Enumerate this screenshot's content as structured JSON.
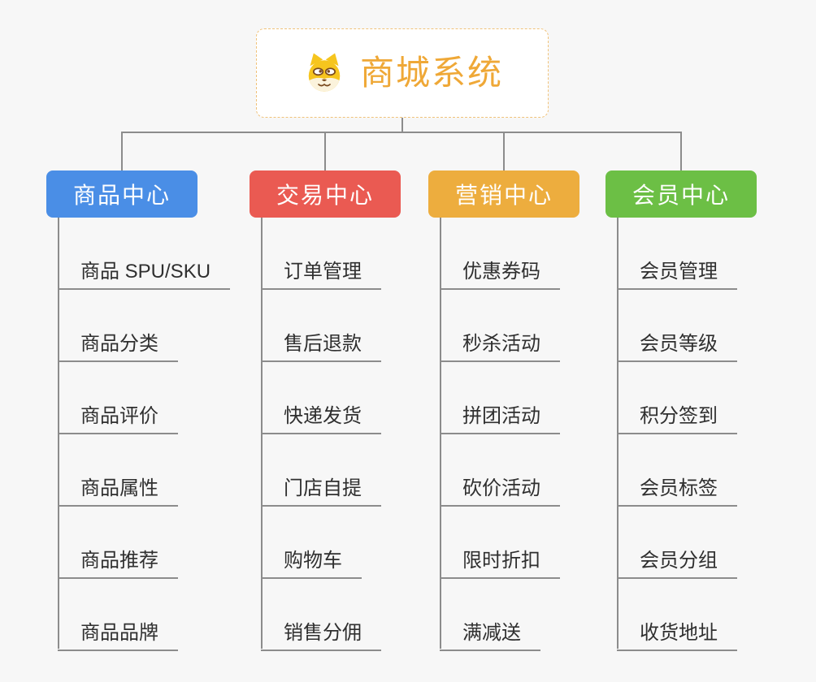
{
  "root": {
    "title": "商城系统",
    "icon": "dog-face-icon"
  },
  "branches": [
    {
      "label": "商品中心",
      "color": "#4a8ee6",
      "items": [
        "商品 SPU/SKU",
        "商品分类",
        "商品评价",
        "商品属性",
        "商品推荐",
        "商品品牌"
      ]
    },
    {
      "label": "交易中心",
      "color": "#ea5a52",
      "items": [
        "订单管理",
        "售后退款",
        "快递发货",
        "门店自提",
        "购物车",
        "销售分佣"
      ]
    },
    {
      "label": "营销中心",
      "color": "#edad3e",
      "items": [
        "优惠券码",
        "秒杀活动",
        "拼团活动",
        "砍价活动",
        "限时折扣",
        "满减送"
      ]
    },
    {
      "label": "会员中心",
      "color": "#6cbf45",
      "items": [
        "会员管理",
        "会员等级",
        "积分签到",
        "会员标签",
        "会员分组",
        "收货地址"
      ]
    }
  ],
  "colors": {
    "background": "#f7f7f7",
    "root_background": "#ffffff",
    "root_border": "#f0c27a",
    "title_text": "#efa837",
    "leaf_text": "#2f2f2f",
    "connector_line": "#8c8c8c"
  }
}
